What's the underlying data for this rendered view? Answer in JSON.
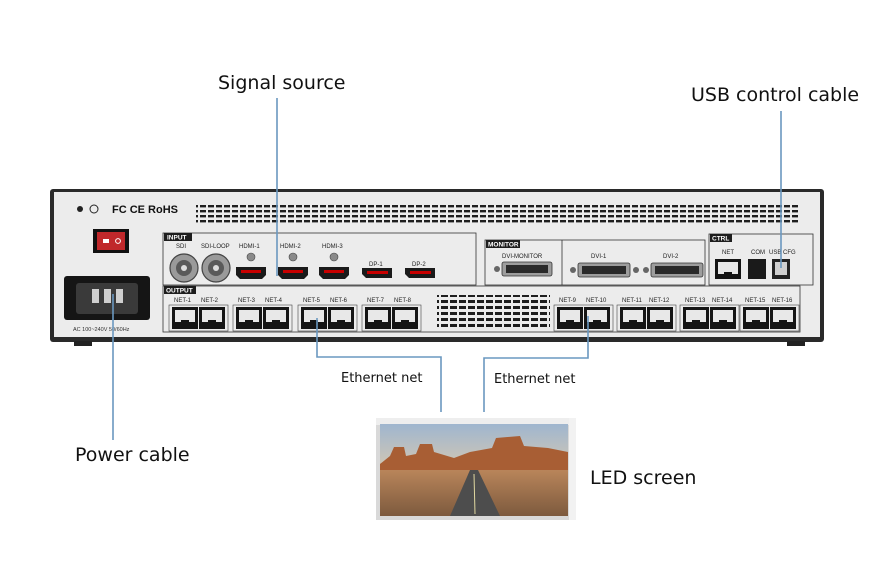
{
  "labels": {
    "signal_source": "Signal source",
    "usb_control_cable": "USB control cable",
    "power_cable": "Power cable",
    "led_screen": "LED screen",
    "ethernet_net_left": "Ethernet net",
    "ethernet_net_right": "Ethernet net"
  },
  "panel": {
    "certifications": "FC CE RoHS",
    "power_rating": "AC 100~240V 50/60Hz",
    "input_header": "INPUT",
    "output_header": "OUTPUT",
    "monitor_header": "MONITOR",
    "ctrl_header": "CTRL",
    "inputs": [
      "SDI",
      "SDI-LOOP",
      "HDMI-1",
      "HDMI-2",
      "HDMI-3",
      "DP-1",
      "DP-2"
    ],
    "monitor_ports": [
      "DVI-MONITOR",
      "DVI-1",
      "DVI-2"
    ],
    "ctrl_ports": [
      "NET",
      "COM",
      "USB CFG"
    ],
    "outputs": [
      "NET-1",
      "NET-2",
      "NET-3",
      "NET-4",
      "NET-5",
      "NET-6",
      "NET-7",
      "NET-8",
      "NET-9",
      "NET-10",
      "NET-11",
      "NET-12",
      "NET-13",
      "NET-14",
      "NET-15",
      "NET-16"
    ]
  },
  "colors": {
    "chassis": "#2a2a2a",
    "faceplate": "#ececec",
    "leader_line": "#6a98c0",
    "rj45_body": "#e8e8e8",
    "power_switch": "#c0282b"
  }
}
